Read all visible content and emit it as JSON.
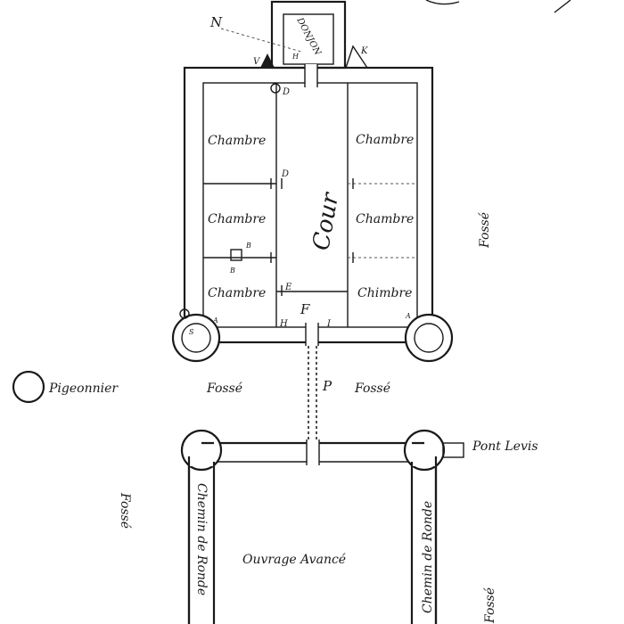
{
  "labels": {
    "donjon": "DONJON",
    "compass_n": "N",
    "mark_v": "V",
    "mark_h_top": "H",
    "mark_k": "K",
    "mark_d_top": "D",
    "chambre_left_1": "Chambre",
    "chambre_left_2": "Chambre",
    "chambre_left_3": "Chambre",
    "chambre_right_1": "Chambre",
    "chambre_right_2": "Chambre",
    "chambre_right_3": "Chimbre",
    "cour": "Cour",
    "mark_d_mid": "D",
    "mark_b_1": "B",
    "mark_b_2": "B",
    "mark_e": "E",
    "mark_f": "F",
    "mark_h_bottom": "H",
    "mark_i": "I",
    "mark_s": "S",
    "mark_a_left": "A",
    "mark_a_right": "A",
    "fosse_right": "Fossé",
    "pigeonnier": "Pigeonnier",
    "fosse_mid_left": "Fossé",
    "mark_p": "P",
    "fosse_mid_right": "Fossé",
    "pont_levis": "Pont Levis",
    "fosse_left_bottom": "Fossé",
    "chemin_left": "Chemin de Ronde",
    "ouvrage": "Ouvrage Avancé",
    "chemin_right": "Chemin de Ronde",
    "fosse_bottom_right": "Fossé"
  },
  "colors": {
    "ink": "#1a1a1a",
    "paper": "#ffffff"
  }
}
